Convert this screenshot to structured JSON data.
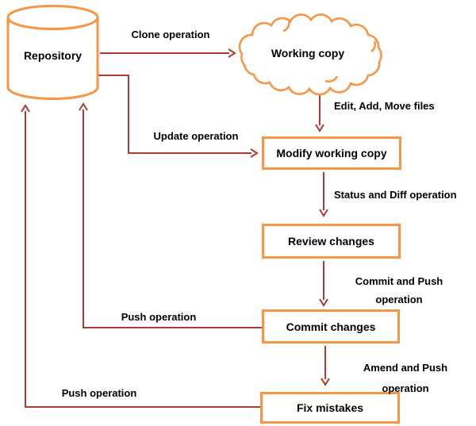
{
  "colors": {
    "shape": "#F79646",
    "arrow": "#A93B32",
    "text": "#000000",
    "background": "#FFFFFF"
  },
  "nodes": {
    "repository": "Repository",
    "working_copy": "Working copy",
    "modify_working_copy": "Modify working copy",
    "review_changes": "Review changes",
    "commit_changes": "Commit changes",
    "fix_mistakes": "Fix mistakes"
  },
  "edge_labels": {
    "clone": "Clone operation",
    "edit_add_move": "Edit, Add, Move files",
    "update": "Update operation",
    "status_diff": "Status and Diff operation",
    "commit_push": "Commit and Push operation",
    "push_from_commit": "Push operation",
    "amend_push": "Amend and Push operation",
    "push_from_fix": "Push operation"
  }
}
